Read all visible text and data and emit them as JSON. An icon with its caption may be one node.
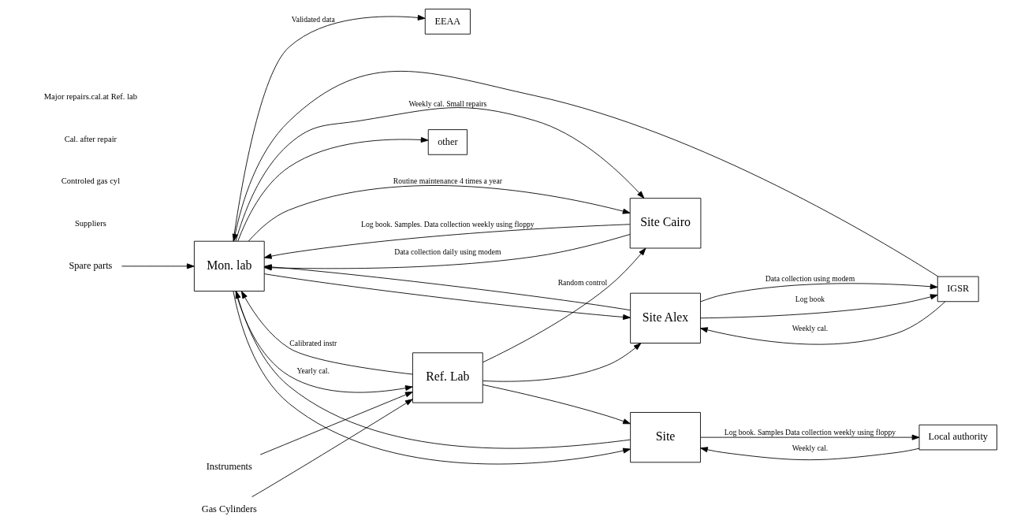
{
  "diagram": {
    "nodes": [
      {
        "text": [
          "EEAA"
        ]
      },
      {
        "text": [
          "other"
        ]
      },
      {
        "text": [
          "Instruments"
        ]
      },
      {
        "text": [
          "Gas Cylinders"
        ]
      },
      {
        "text": [
          "Ref. Lab"
        ]
      },
      {
        "text": [
          "Mon. lab"
        ]
      },
      {
        "text": [
          "Spare parts"
        ]
      },
      {
        "text": [
          "Site Cairo"
        ]
      },
      {
        "text": [
          "Local authority"
        ]
      },
      {
        "text": [
          "Site"
        ]
      },
      {
        "text": [
          "IGSR"
        ]
      },
      {
        "text": [
          "Site Alex"
        ]
      }
    ],
    "edges": [
      {
        "from": 5,
        "to": 0,
        "arrow": "to",
        "label": "Validated data"
      },
      {
        "from": 5,
        "to": 1,
        "arrow": "to"
      },
      {
        "from": 2,
        "to": 4,
        "arrow": "to"
      },
      {
        "from": 3,
        "to": 4,
        "arrow": "to"
      },
      {
        "from": 4,
        "to": 7,
        "arrow": "to",
        "label": "Random control"
      },
      {
        "from": 4,
        "to": 9,
        "arrow": "to"
      },
      {
        "from": 4,
        "to": 11,
        "arrow": "to"
      },
      {
        "from": 4,
        "to": 5,
        "arrow": "to",
        "label": "Calibrated instr"
      },
      {
        "from": 5,
        "to": 4,
        "arrow": "to",
        "label": "Yearly cal."
      },
      {
        "from": 6,
        "to": 5,
        "arrow": "to"
      },
      {
        "from": 5,
        "to": 7,
        "arrow": "to",
        "label": "Weekly cal. Small repairs"
      },
      {
        "from": 5,
        "to": 7,
        "arrow": "to",
        "label": "Routine maintenance 4 times a year"
      },
      {
        "from": 5,
        "to": 9,
        "arrow": "to"
      },
      {
        "from": 5,
        "to": 11,
        "arrow": "to"
      },
      {
        "from": 7,
        "to": 5,
        "arrow": "to",
        "label": "Log book. Samples. Data collection weekly using floppy"
      },
      {
        "from": 10,
        "to": 5,
        "arrow": "to"
      },
      {
        "from": 8,
        "to": 9,
        "arrow": "to",
        "label": "Weekly cal."
      },
      {
        "from": 9,
        "to": 8,
        "arrow": "to",
        "label": "Log book. Samples Data collection weekly using floppy"
      },
      {
        "from": 10,
        "to": 11,
        "arrow": "to",
        "label": "Weekly cal."
      },
      {
        "from": 11,
        "to": 10,
        "arrow": "to",
        "label": "Log book"
      },
      {
        "from": 11,
        "to": 10,
        "arrow": "to",
        "label": "Data collection using modem"
      },
      {
        "from": 7,
        "to": 5,
        "arrow": "to",
        "label": "Data collection daily using modem"
      },
      {
        "from": 9,
        "to": 5,
        "arrow": "to"
      },
      {
        "from": 11,
        "to": 5,
        "arrow": "to"
      }
    ],
    "labels": [
      "Suppliers",
      "Controled gas cyl",
      "Cal. after repair",
      "Major repairs.cal.at Ref. lab"
    ]
  }
}
